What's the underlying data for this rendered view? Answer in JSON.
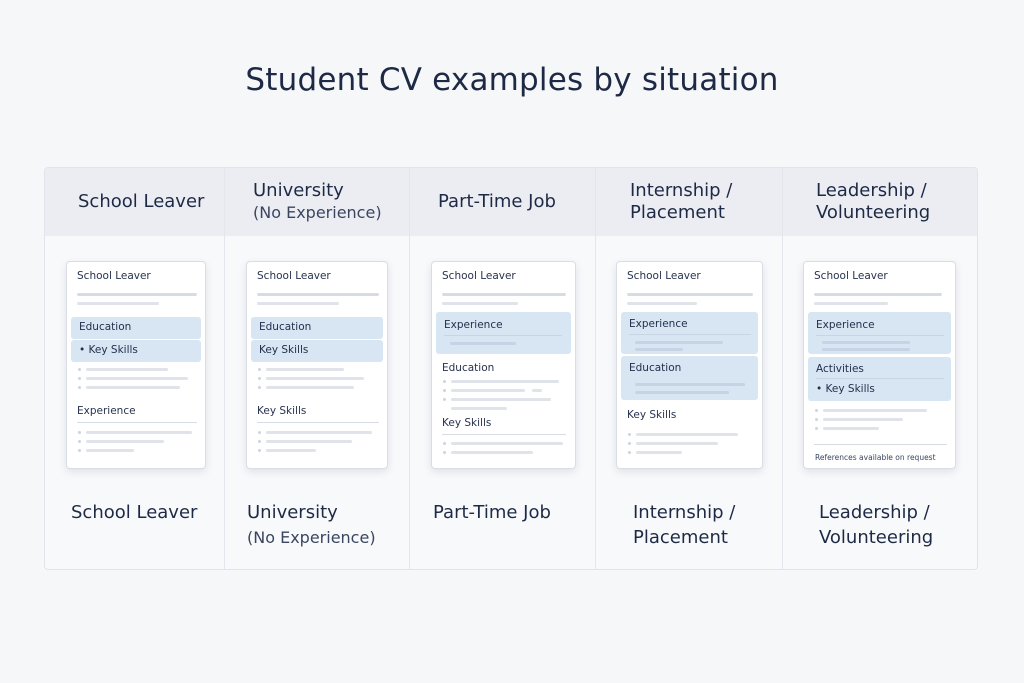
{
  "title": "Student CV examples by situation",
  "columns": [
    {
      "header_line1": "School Leaver",
      "header_line2": "",
      "footer_line1": "School Leaver",
      "footer_line2": "",
      "cv": {
        "title": "School Leaver",
        "section_1": "Education",
        "section_2": "• Key Skills",
        "section_3": "Experience"
      }
    },
    {
      "header_line1": "University",
      "header_line2": "(No Experience)",
      "footer_line1": "University",
      "footer_line2": "(No Experience)",
      "cv": {
        "title": "School Leaver",
        "section_1": "Education",
        "section_2": "Key Skills",
        "section_3": "Key Skills"
      }
    },
    {
      "header_line1": "Part-Time Job",
      "header_line2": "",
      "footer_line1": "Part-Time Job",
      "footer_line2": "",
      "cv": {
        "title": "School Leaver",
        "section_1": "Experience",
        "section_2": "Education",
        "section_3": "Key Skills"
      }
    },
    {
      "header_line1": "Internship /",
      "header_line2": "Placement",
      "footer_line1": "Internship /",
      "footer_line2": "Placement",
      "cv": {
        "title": "School Leaver",
        "section_1": "Experience",
        "section_2": "Education",
        "section_3": "Key Skills"
      }
    },
    {
      "header_line1": "Leadership /",
      "header_line2": "Volunteering",
      "footer_line1": "Leadership /",
      "footer_line2": "Volunteering",
      "cv": {
        "title": "School Leaver",
        "section_1": "Experience",
        "section_2": "Activities",
        "section_3": "• Key Skills",
        "footer": "References available on request"
      }
    }
  ]
}
